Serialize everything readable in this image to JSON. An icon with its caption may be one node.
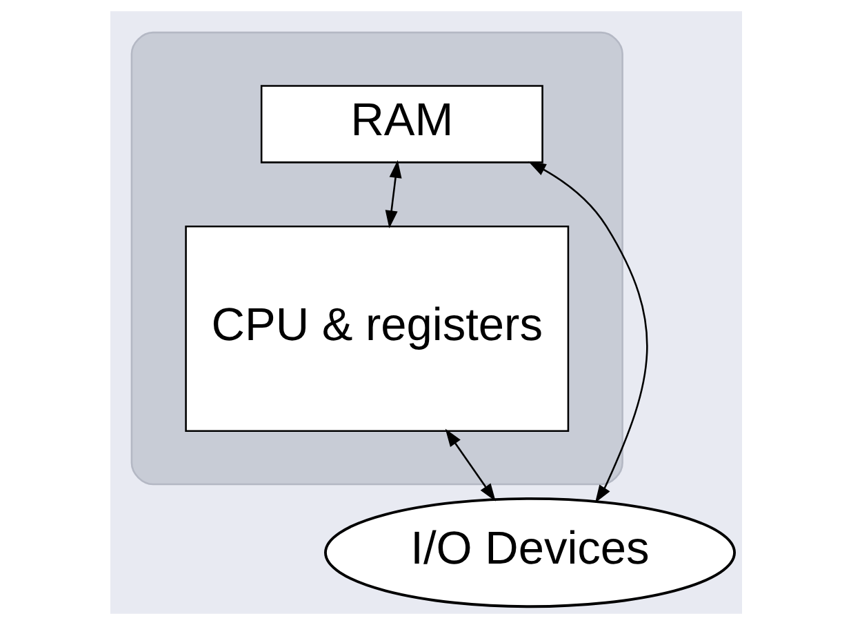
{
  "diagram": {
    "nodes": [
      {
        "text": [],
        "shape": "box"
      },
      {
        "text": [
          "RAM"
        ],
        "in": 0
      },
      {
        "text": [
          "CPU & registers"
        ],
        "in": 0
      },
      {
        "text": [
          "I/O Devices"
        ]
      }
    ],
    "edges": [
      {
        "from": 1,
        "to": 2,
        "arrow": "both"
      },
      {
        "from": 1,
        "to": 3,
        "arrow": "both"
      },
      {
        "from": 2,
        "to": 3,
        "arrow": "both"
      }
    ]
  }
}
